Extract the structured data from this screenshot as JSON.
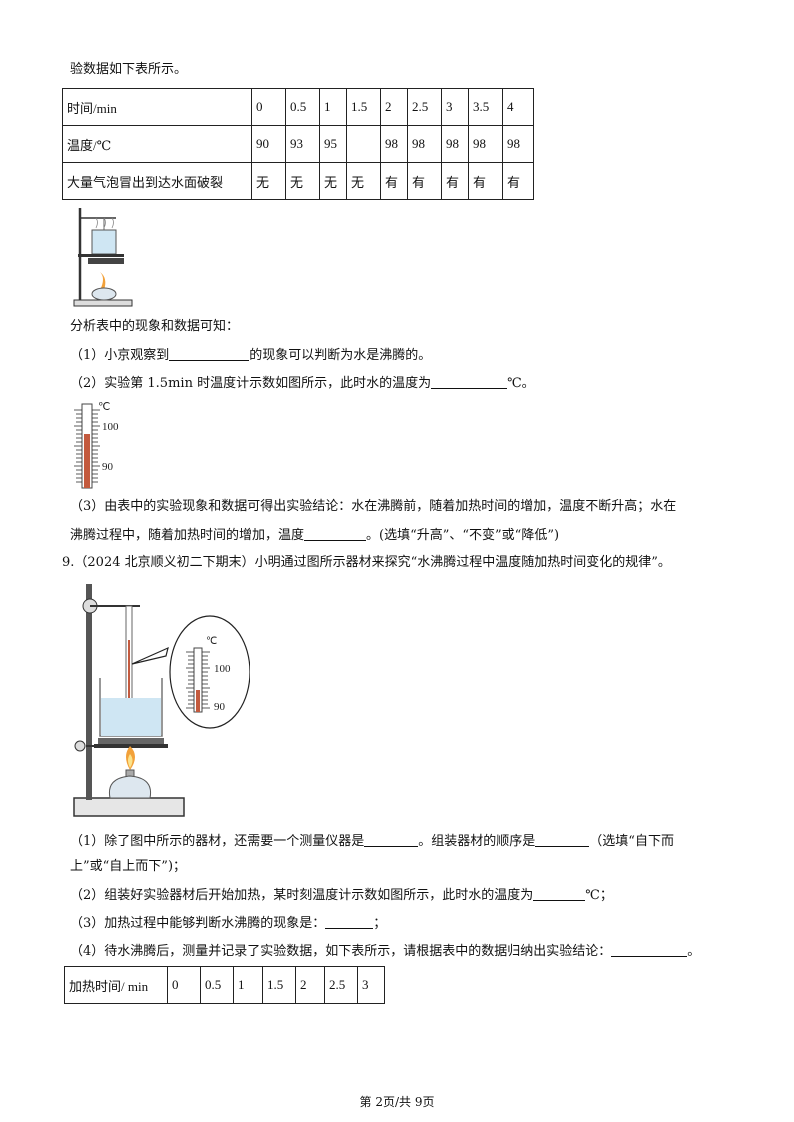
{
  "intro_line": "验数据如下表所示。",
  "table1": {
    "header": "时间/min",
    "times": [
      "0",
      "0.5",
      "1",
      "1.5",
      "2",
      "2.5",
      "3",
      "3.5",
      "4"
    ],
    "row2_label": "温度/℃",
    "temps": [
      "90",
      "93",
      "95",
      "",
      "98",
      "98",
      "98",
      "98",
      "98"
    ],
    "row3_label": "大量气泡冒出到达水面破裂",
    "bubbles": [
      "无",
      "无",
      "无",
      "无",
      "有",
      "有",
      "有",
      "有",
      "有"
    ]
  },
  "analysis_intro": "分析表中的现象和数据可知：",
  "q1_pre": "（1）小京观察到",
  "q1_post": "的现象可以判断为水是沸腾的。",
  "q2_pre": "（2）实验第 1.5min 时温度计示数如图所示，此时水的温度为",
  "q2_post": "℃。",
  "thermo1": {
    "unit": "℃",
    "upper": "100",
    "lower": "90"
  },
  "q3_line1": "（3）由表中的实验现象和数据可得出实验结论：水在沸腾前，随着加热时间的增加，温度不断升高；水在",
  "q3_line2_pre": "沸腾过程中，随着加热时间的增加，温度",
  "q3_line2_post": "。(选填“升高”、“不变”或“降低”)",
  "p9_line": "9.（2024 北京顺义初二下期末）小明通过图所示器材来探究“水沸腾过程中温度随加热时间变化的规律”。",
  "thermo2": {
    "unit": "℃",
    "upper": "100",
    "lower": "90"
  },
  "p9_q1_a": "（1）除了图中所示的器材，还需要一个测量仪器是",
  "p9_q1_b": "。组装器材的顺序是",
  "p9_q1_c": "（选填“自下而",
  "p9_q1_line2": "上”或“自上而下”)；",
  "p9_q2_pre": "（2）组装好实验器材后开始加热，某时刻温度计示数如图所示，此时水的温度为",
  "p9_q2_post": "℃；",
  "p9_q3_pre": "（3）加热过程中能够判断水沸腾的现象是：",
  "p9_q3_post": "；",
  "p9_q4_pre": "（4）待水沸腾后，测量并记录了实验数据，如下表所示，请根据表中的数据归纳出实验结论：",
  "p9_q4_post": "。",
  "table2": {
    "header": "加热时间/ min",
    "times": [
      "0",
      "0.5",
      "1",
      "1.5",
      "2",
      "2.5",
      "3"
    ]
  },
  "footer": "第 2页/共 9页"
}
